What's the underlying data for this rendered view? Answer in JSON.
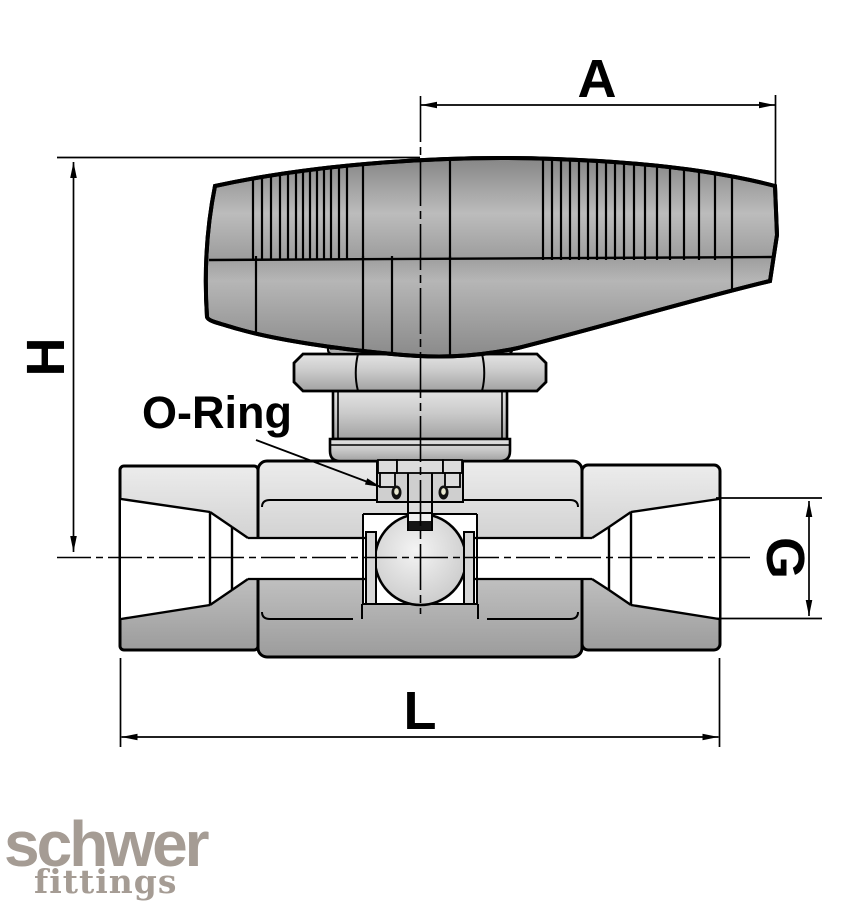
{
  "diagram": {
    "kind": "technical-drawing",
    "subject": "ball-valve sectional side view with lever handle",
    "dimensions": {
      "handle_length_label": "A",
      "height_label": "H",
      "port_label": "G",
      "overall_length_label": "L"
    },
    "annotations": {
      "oring_label": "O-Ring"
    },
    "logo": {
      "brand": "schwer",
      "tagline": "fittings",
      "color": "#a59c94"
    },
    "colors": {
      "line": "#000000",
      "background": "#ffffff",
      "body_gray": "#c6c6c6",
      "handle_gray": "#a2a2a2",
      "oring_core": "#e8e8d0"
    }
  }
}
